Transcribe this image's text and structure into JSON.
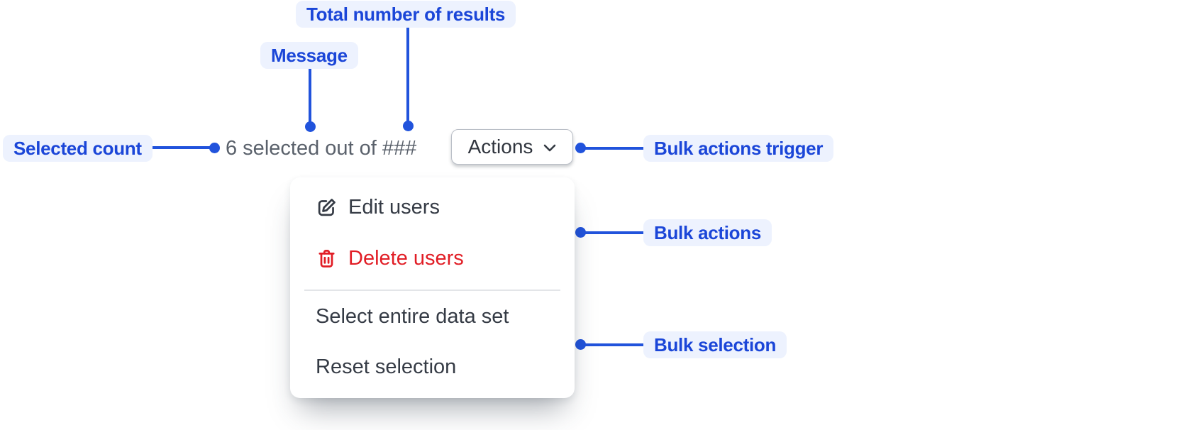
{
  "colors": {
    "annotation_blue": "#1b46d8",
    "annotation_pill_bg": "#edf2fe",
    "connector_blue": "#2153dc",
    "danger_red": "#e11d25",
    "menu_text": "#353b45",
    "muted_text": "#5a616b"
  },
  "annotations": {
    "total_results": "Total number of results",
    "message": "Message",
    "selected_count": "Selected count",
    "bulk_actions_trigger": "Bulk actions trigger",
    "bulk_actions": "Bulk actions",
    "bulk_selection": "Bulk selection"
  },
  "bulk_bar": {
    "message": "6 selected out of ###",
    "actions_button": {
      "label": "Actions",
      "icon": "chevron-down"
    }
  },
  "menu": {
    "items": [
      {
        "label": "Edit users",
        "icon": "edit-pencil",
        "style": "default"
      },
      {
        "label": "Delete users",
        "icon": "trash",
        "style": "danger"
      },
      {
        "label": "Select entire data set",
        "icon": null,
        "style": "default"
      },
      {
        "label": "Reset selection",
        "icon": null,
        "style": "default"
      }
    ]
  }
}
